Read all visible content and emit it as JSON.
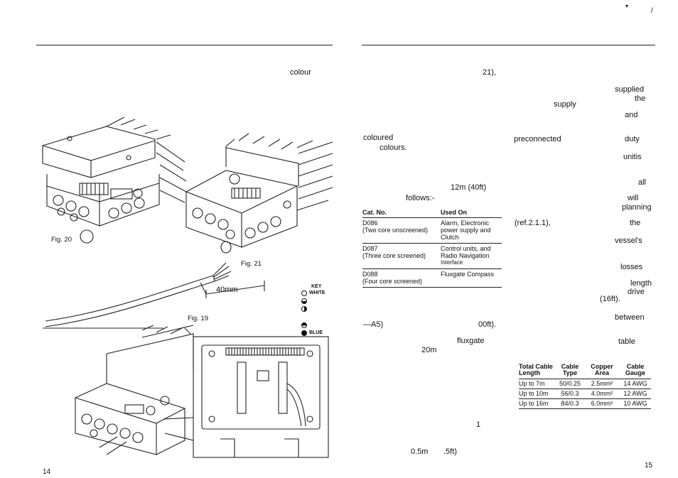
{
  "left_page": {
    "page_number": "14",
    "frag_colour": "colour",
    "fig20": "Fig. 20",
    "fig21": "Fig. 21",
    "fig19": "Fig. 19",
    "dim_40mm": "40mm",
    "key": {
      "title": "KEY",
      "white": "WHITE",
      "blue": "BLUE"
    }
  },
  "middle": {
    "frag_21": "21),",
    "frag_coloured": "coloured",
    "frag_colours": "colours.",
    "frag_12m": "12m (40ft)",
    "frag_follows": "follows:-",
    "catalogue_table": {
      "headers": [
        "Cat. No.",
        "Used On"
      ],
      "rows": [
        {
          "cat": "D086",
          "cat_sub": "(Two core unscreened)",
          "used": [
            "Alarm, Electronic",
            "power supply and",
            "Clutch"
          ]
        },
        {
          "cat": "D087",
          "cat_sub": "(Three core screened)",
          "used": [
            "Control units, and",
            "Radio Navigation",
            "Interface"
          ]
        },
        {
          "cat": "D088",
          "cat_sub": "(Four core screened)",
          "used": [
            "Fluxgate Compass"
          ]
        }
      ]
    },
    "frag_a5": "—A5)",
    "frag_00ft": "00ft).",
    "frag_fluxgate": "fluxgate",
    "frag_20m": "20m",
    "frag_1": "1",
    "frag_05m": "0.5m",
    "frag_5ft": ".5ft)"
  },
  "right_page": {
    "page_number": "15",
    "frag_supplied": "supplied",
    "frag_the1": "the",
    "frag_supply": "supply",
    "frag_and": "and",
    "frag_preconnected": "preconnected",
    "frag_duty": "duty",
    "frag_unitis": "unitis",
    "frag_all": "all",
    "frag_will": "will",
    "frag_planning": "planning",
    "frag_ref": "(ref.2.1.1),",
    "frag_the2": "the",
    "frag_vessels": "vessel's",
    "frag_losses": "losses",
    "frag_length": "length",
    "frag_drive": "drive",
    "frag_16ft": "(16ft).",
    "frag_between": "between",
    "frag_table": "table",
    "gauge_table": {
      "headers": [
        "Total Cable Length",
        "Cable Type",
        "Copper Area",
        "Cable Gauge"
      ],
      "rows": [
        [
          "Up to 7m",
          "50/0.25",
          "2.5mm²",
          "14 AWG"
        ],
        [
          "Up to 10m",
          "56/0.3",
          "4.0mm²",
          "12 AWG"
        ],
        [
          "Up to 16m",
          "84/0.3",
          "6.0mm²",
          "10 AWG"
        ]
      ]
    }
  }
}
